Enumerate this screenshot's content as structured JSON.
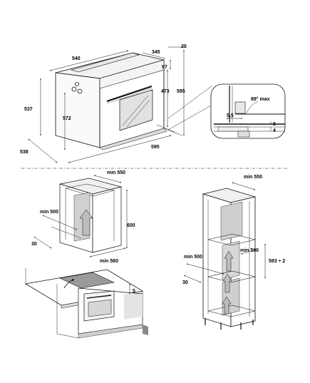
{
  "top_section": {
    "dimensions": {
      "d540": "540",
      "d345": "345",
      "d20": "20",
      "d97": "97",
      "d537": "537",
      "d572": "572",
      "d473": "473",
      "d595h": "595",
      "d538": "538",
      "d595w": "595"
    },
    "detail": {
      "angle": "89° max",
      "d55": "5,5",
      "d6": "6",
      "d4": "4"
    }
  },
  "bottom_left": {
    "dimensions": {
      "min550": "min 550",
      "min500": "min 500",
      "d600": "600",
      "d30": "30",
      "min560": "min 560",
      "d5": "5"
    }
  },
  "bottom_right": {
    "dimensions": {
      "min550": "min 550",
      "min500": "min 500",
      "min560": "min 560",
      "d583": "583 ÷ 2",
      "d30": "30"
    }
  },
  "colors": {
    "line": "#111111",
    "shade": "#c8c8c8",
    "dark": "#555555",
    "background": "#ffffff"
  }
}
